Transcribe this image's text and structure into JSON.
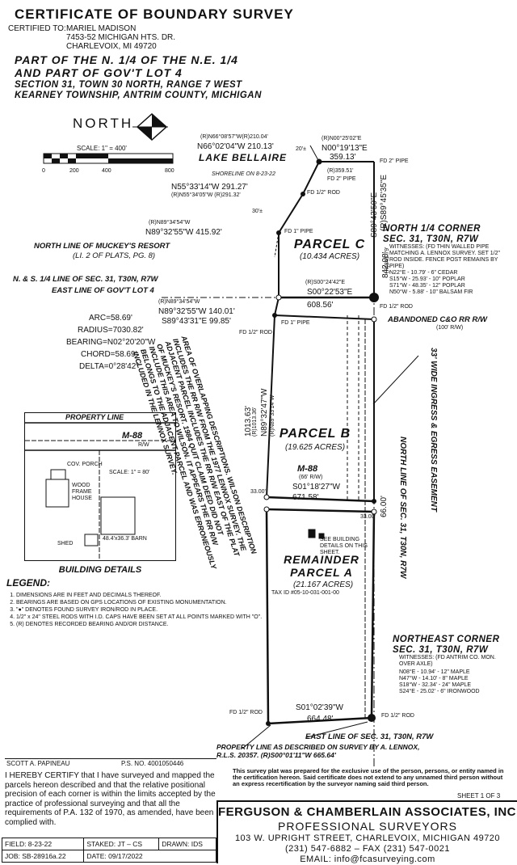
{
  "header": {
    "title": "CERTIFICATE OF BOUNDARY SURVEY",
    "certified_label": "CERTIFIED TO:",
    "certified_lines": [
      "MARIEL MADISON",
      "7453-52 MICHIGAN HTS. DR.",
      "CHARLEVOIX, MI   49720"
    ],
    "part_line1": "PART OF THE N. 1/4 OF THE N.E. 1/4",
    "part_line2": "AND PART OF GOV'T LOT 4",
    "section_line1": "SECTION 31, TOWN 30 NORTH, RANGE 7 WEST",
    "section_line2": "KEARNEY TOWNSHIP, ANTRIM COUNTY, MICHIGAN"
  },
  "north": {
    "label": "NORTH"
  },
  "scale": {
    "label": "SCALE: 1\" = 400'",
    "ticks": [
      "0",
      "200",
      "400",
      "800"
    ]
  },
  "map": {
    "lake": "LAKE BELLAIRE",
    "shoreline": "SHORELINE ON 8-23-22",
    "bearings": {
      "b1r": "(R)N66°08'57\"W(R)210.04'",
      "b1": "N66°02'04\"W 210.13'",
      "b2": "(R)N00°25'02\"E",
      "b2b": "N00°19'13\"E",
      "b2c": "359.13'",
      "b3": "N55°33'14\"W 291.27'",
      "b3r": "(R)N55°34'05\"W (R)291.32'",
      "b4r": "(R)N89°34'54\"W",
      "b4": "N89°32'55\"W 415.92'",
      "b5r": "(R)N89°34'54\"W",
      "b5": "N89°32'55\"W 140.01'",
      "b6": "S89°43'31\"E 99.85'",
      "b7r": "(R)S00°24'42\"E",
      "b7": "S00°22'53\"E",
      "b7c": "608.56'",
      "b8": "S01°18'27\"W",
      "b8c": "671.58'",
      "b9": "S01°02'39\"W",
      "b9c": "664.48'",
      "east_r": "(R)S89°45'35\"E",
      "east": "S89°43'50\"E",
      "east_r2": "(R)841.79'",
      "east_c": "842.08'",
      "thirty": "30'±",
      "twenty": "20'±",
      "r359": "(R)359.51'"
    },
    "pipes": [
      "FD 2\" PIPE",
      "FD 2\" PIPE",
      "FD 1/2\" ROD",
      "FD 1\" PIPE",
      "FD 1/2\" ROD",
      "FD 1\" PIPE",
      "FD 1/2\" ROD",
      "FD 1/2\" ROD",
      "FD 1/2\" ROD"
    ],
    "muckey": "NORTH LINE OF MUCKEY'S RESORT",
    "muckey2": "(LI. 2 OF PLATS, PG. 8)",
    "ns_line": "N. & S. 1/4 LINE OF SEC. 31, T30N, R7W",
    "east_lot": "EAST LINE OF GOV'T LOT 4",
    "curve": [
      "ARC=58.69'",
      "RADIUS=7030.82'",
      "BEARING=N02°20'20\"W",
      "CHORD=58.69'",
      "DELTA=0°28'42\""
    ],
    "abandoned": "ABANDONED C&O RR R/W",
    "abandoned2": "(100' R/W)",
    "easement": "33' WIDE INGRESS & EGRESS EASEMENT",
    "m88": "M-88",
    "m88b": "(66' R/W)",
    "building_note": "SEE BUILDING DETAILS ON THIS SHEET.",
    "tax_id": "TAX ID #05-10-031-001-00",
    "north_line": "NORTH LINE OF SEC. 31, T30N, R7W",
    "east_line": "EAST LINE OF SEC. 31, T30N, R7W",
    "lennox": "PROPERTY LINE AS DESCRIBED ON SURVEY BY A. LENNOX,",
    "lennox2": "R.L.S. 20357. (R)S00°01'11\"W 665.64'",
    "dim_33a": "33.00'",
    "dim_33b": "33.00'",
    "dim_66": "66.00'",
    "overlap_note": "AREA OF OVERLAPPING DESCRIPTIONS. WILSON DESCRIPTION INCLUDES THE RR R/W FROM THE 1977 LENNOX SURVEY. THE ADJACENT PARCEL INCLUDES THE RR R/W EAST OF THE PLAT OF MUCKEY'S RESORT. 1984 QUIT CLAIM DEED DID NOT INCLUDE THIS AREA TO WILSON. IT APPEARS THE RR R/W BELONGS TO THE ADJACENT PARCEL AND WAS ERRONEOUSLY INCLUDED IN THE LENNOX SURVEY.",
    "west_bearing": "N89°32'47\"W",
    "west_bearing_r": "(R)N89°33'14\"W",
    "west_dist": "1013.63'",
    "west_dist_r": "(R)1013.36'"
  },
  "parcels": [
    {
      "name": "PARCEL C",
      "acres": "(10.434 ACRES)"
    },
    {
      "name": "PARCEL B",
      "acres": "(19.625 ACRES)"
    },
    {
      "name": "REMAINDER PARCEL A",
      "acres": "(21.167 ACRES)"
    }
  ],
  "corners": {
    "north_quarter": {
      "title": "NORTH 1/4 CORNER",
      "title2": "SEC. 31, T30N, R7W",
      "witness": "WITNESSES: (FD THIN WALLED PIPE MATCHING A. LENNOX SURVEY. SET 1/2\" ROD INSIDE. FENCE POST REMAINS BY PIPE)",
      "items": [
        "N22°E - 10.79' - 6\" CEDAR",
        "S15°W - 25.93' - 10\" POPLAR",
        "S71°W - 48.35' - 12\" POPLAR",
        "N50°W - 5.88' - 10\" BALSAM FIR"
      ]
    },
    "northeast": {
      "title": "NORTHEAST CORNER",
      "title2": "SEC. 31, T30N, R7W",
      "witness": "WITNESSES: (FD ANTRIM CO. MON. OVER AXLE)",
      "items": [
        "N08°E - 10.94' - 12\" MAPLE",
        "N47°W - 14.10' - 8\" MAPLE",
        "S18°W - 32.34' - 24\" MAPLE",
        "S24°E - 25.02' - 6\" IRONWOOD"
      ]
    }
  },
  "building": {
    "property_line": "PROPERTY LINE",
    "m88": "M-88",
    "rw": "R/W",
    "porch": "COV. PORCH",
    "house": "WOOD FRAME HOUSE",
    "barn": "48.4'x36.3' BARN",
    "shed": "SHED",
    "scale": "SCALE: 1\" = 80'",
    "title": "BUILDING DETAILS"
  },
  "legend": {
    "title": "LEGEND:",
    "items": [
      "DIMENSIONS ARE IN FEET AND DECIMALS THEREOF.",
      "BEARINGS ARE BASED ON GPS LOCATIONS OF EXISTING MONUMENTATION.",
      "\"●\" DENOTES FOUND SURVEY IRON/ROD IN PLACE.",
      "1/2\" x 24\" STEEL RODS WITH I.D. CAPS HAVE BEEN SET AT ALL POINTS MARKED WITH \"O\".",
      "(R) DENOTES RECORDED BEARING AND/OR DISTANCE."
    ]
  },
  "certification": {
    "surveyor": "SCOTT A. PAPINEAU",
    "ps_no": "P.S. NO. 4001050446",
    "text": "I HEREBY CERTIFY that I have surveyed and mapped the parcels hereon described and that the relative positional precision of each corner is within the limits accepted by the practice of professional surveying and that all the requirements of P.A. 132 of 1970, as amended, have been complied with."
  },
  "notice": {
    "text": "This survey plat was prepared for the exclusive use of the person, persons, or entity named in the certification hereon. Said certificate does not extend to any unnamed third person without an express recertification by the surveyor naming said third person.",
    "sheet": "SHEET 1 OF 3"
  },
  "firm": {
    "name": "FERGUSON & CHAMBERLAIN ASSOCIATES, INC.",
    "sub": "PROFESSIONAL SURVEYORS",
    "address": "103 W. UPRIGHT STREET, CHARLEVOIX, MICHIGAN   49720",
    "phone": "(231) 547-6882  –  FAX (231) 547-0021",
    "email": "EMAIL:  info@fcasurveying.com"
  },
  "footer": {
    "field": "FIELD: 8-23-22",
    "staked": "STAKED:  JT – CS",
    "drawn": "DRAWN:  IDS",
    "job": "JOB:  SB-28916a.22",
    "date": "DATE: 09/17/2022"
  }
}
